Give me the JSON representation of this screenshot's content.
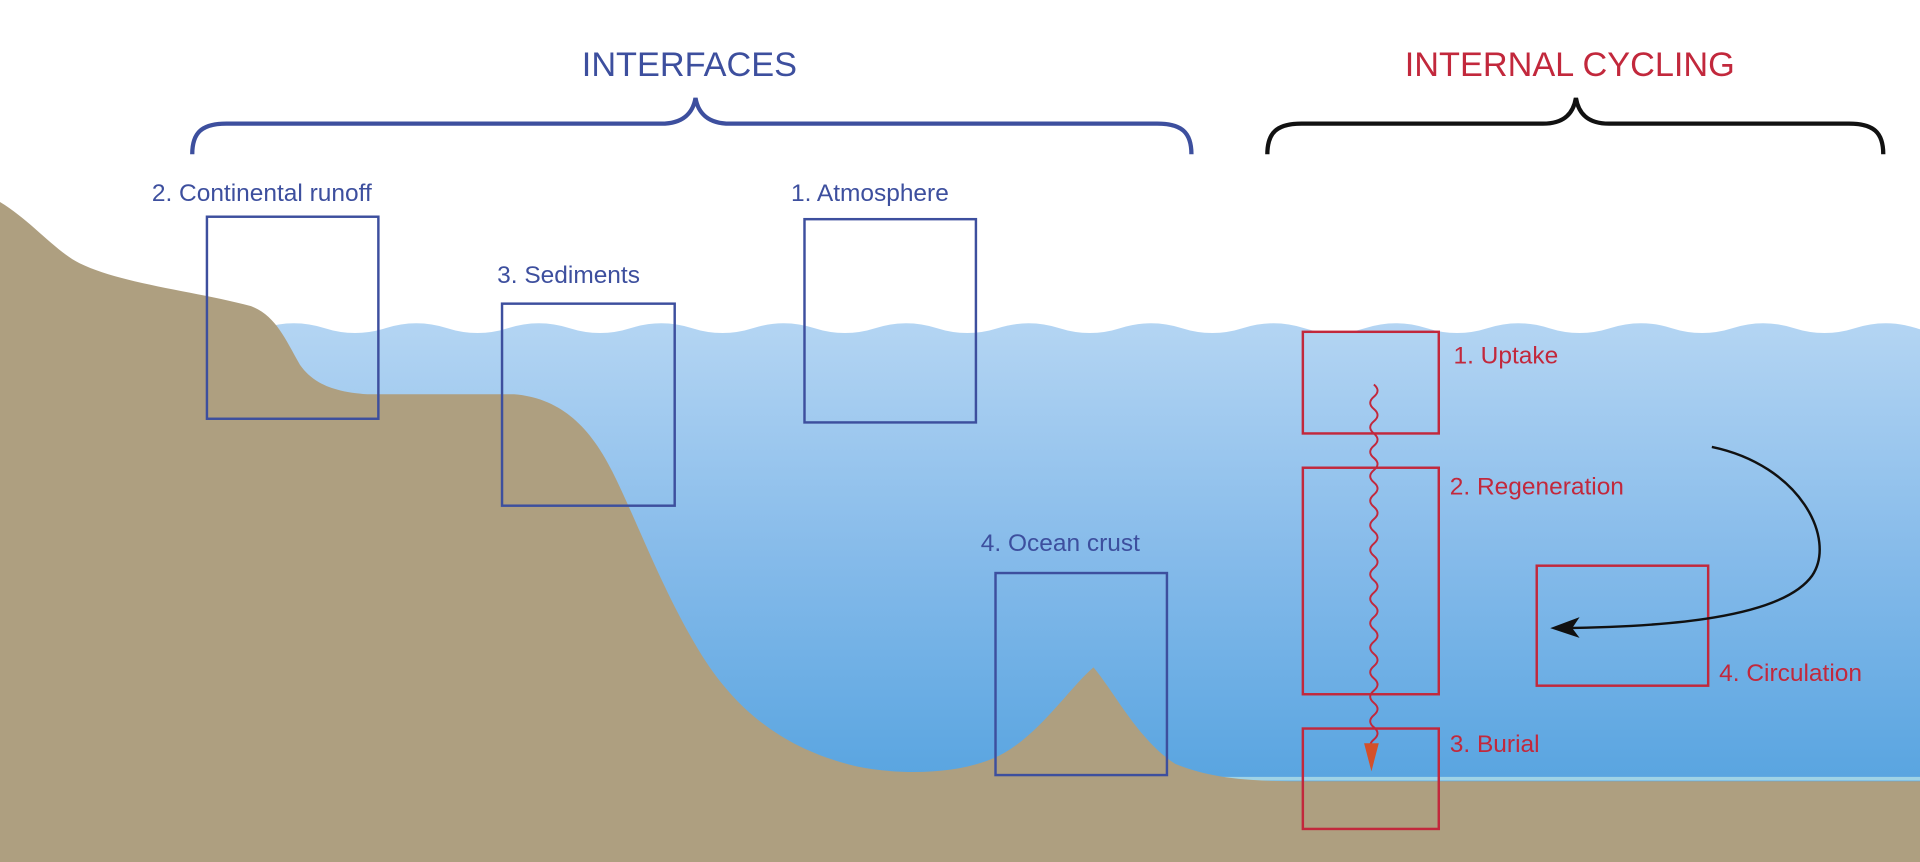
{
  "headings": {
    "interfaces": "INTERFACES",
    "internal_cycling": "INTERNAL CYCLING"
  },
  "interfaces": {
    "atmosphere": "1. Atmosphere",
    "continental_runoff": "2. Continental runoff",
    "sediments": "3. Sediments",
    "ocean_crust": "4. Ocean crust"
  },
  "internal_cycling": {
    "uptake": "1. Uptake",
    "regeneration": "2. Regeneration",
    "burial": "3. Burial",
    "circulation": "4. Circulation"
  },
  "colors": {
    "interfaces": "#3d4f9e",
    "internal_cycling": "#c2283c",
    "land": "#ae9f80",
    "water_top": "#aacff2",
    "water_bottom": "#5ba6e2"
  }
}
